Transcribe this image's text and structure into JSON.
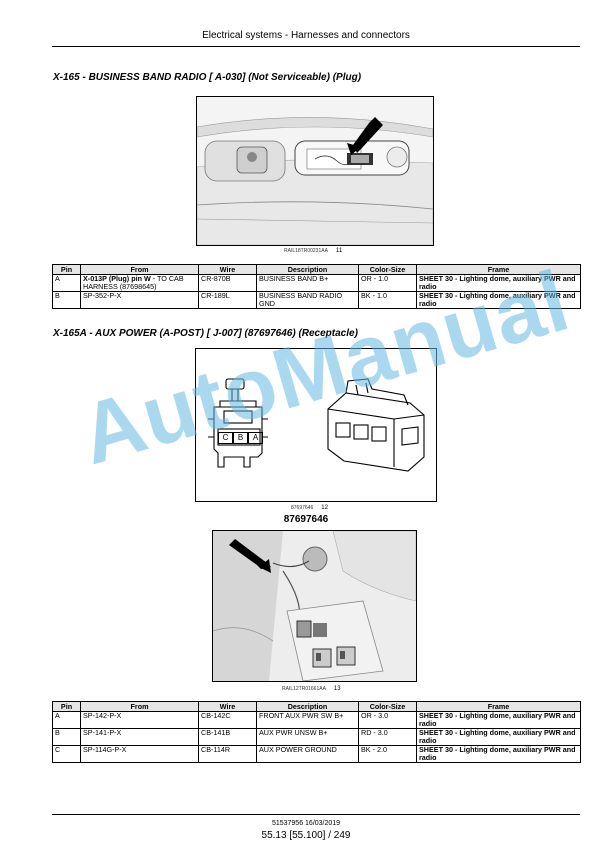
{
  "header": {
    "title": "Electrical systems - Harnesses and connectors"
  },
  "section1": {
    "title": "X-165 - BUSINESS BAND RADIO [ A-030] (Not Serviceable) (Plug)",
    "figure_code": "RAIL18TR00231AA",
    "figure_number": "11",
    "columns": [
      "Pin",
      "From",
      "Wire",
      "Description",
      "Color-Size",
      "Frame"
    ],
    "rows": [
      {
        "pin": "A",
        "from_bold": "X-013P (Plug) pin W",
        "from_rest": " - TO CAB HARNESS (87698645)",
        "wire": "CR-870B",
        "description": "BUSINESS BAND B+",
        "color": "OR - 1.0",
        "frame": "SHEET 30 - Lighting dome, auxiliary PWR and radio"
      },
      {
        "pin": "B",
        "from_bold": "",
        "from_rest": "SP-352-P-X",
        "wire": "CR-189L",
        "description": "BUSINESS BAND RADIO GND",
        "color": "BK - 1.0",
        "frame": "SHEET 30 - Lighting dome, auxiliary PWR and radio"
      }
    ]
  },
  "section2": {
    "title": "X-165A - AUX POWER (A-POST) [ J-007] (87697646) (Receptacle)",
    "figure1_code": "87697646",
    "figure1_number": "12",
    "part_number": "87697646",
    "pin_labels": [
      "C",
      "B",
      "A"
    ],
    "figure2_code": "RAIL12TR01661AA",
    "figure2_number": "13",
    "columns": [
      "Pin",
      "From",
      "Wire",
      "Description",
      "Color-Size",
      "Frame"
    ],
    "rows": [
      {
        "pin": "A",
        "from": "SP-142-P-X",
        "wire": "CB-142C",
        "description": "FRONT AUX PWR SW B+",
        "color": "OR - 3.0",
        "frame": "SHEET 30 - Lighting dome, auxiliary PWR and radio"
      },
      {
        "pin": "B",
        "from": "SP-141-P-X",
        "wire": "CB-141B",
        "description": "AUX PWR UNSW B+",
        "color": "RD - 3.0",
        "frame": "SHEET 30 - Lighting dome, auxiliary PWR and radio"
      },
      {
        "pin": "C",
        "from": "SP-114G-P-X",
        "wire": "CB-114R",
        "description": "AUX POWER GROUND",
        "color": "BK - 2.0",
        "frame": "SHEET 30 - Lighting dome, auxiliary PWR and radio"
      }
    ]
  },
  "watermark": "AutoManual",
  "footer": {
    "code": "51537956 16/03/2019",
    "page": "55.13 [55.100] / 249"
  }
}
